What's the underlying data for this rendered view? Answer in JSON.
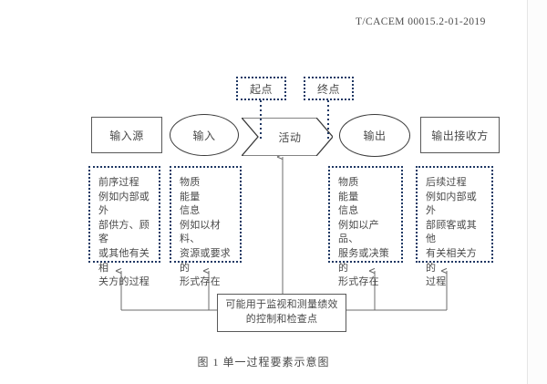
{
  "document": {
    "header_code": "T/CACEM 00015.2-01-2019",
    "figure_caption": "图 1  单一过程要素示意图"
  },
  "colors": {
    "dotted_border": "#1F3864",
    "solid_border": "#595959",
    "text": "#4A4A4A",
    "background": "#FFFFFF"
  },
  "diagram": {
    "nodes": {
      "input_source": {
        "label": "输入源",
        "shape": "rectangle"
      },
      "input": {
        "label": "输入",
        "shape": "ellipse"
      },
      "activity": {
        "label": "活动",
        "shape": "chevron"
      },
      "output": {
        "label": "输出",
        "shape": "ellipse"
      },
      "output_receiver": {
        "label": "输出接收方",
        "shape": "rectangle"
      }
    },
    "markers": {
      "start_point": {
        "label": "起点",
        "shape": "dotted-rectangle"
      },
      "end_point": {
        "label": "终点",
        "shape": "dotted-rectangle"
      }
    },
    "notes": {
      "preceding_process": {
        "lines": [
          "前序过程",
          "例如内部或外",
          "部供方、顾客",
          "或其他有关相",
          "关方的过程"
        ],
        "text": "前序过程 例如内部或外部供方、顾客或其他有关相关方的过程"
      },
      "input_content": {
        "lines": [
          "物质",
          "能量",
          "信息",
          "例如以材料、",
          "资源或要求的",
          "形式存在"
        ],
        "text": "物质 能量 信息 例如以材料、资源或要求的形式存在"
      },
      "output_content": {
        "lines": [
          "物质",
          "能量",
          "信息",
          "例如以产品、",
          "服务或决策的",
          "形式存在"
        ],
        "text": "物质 能量 信息 例如以产品、服务或决策的形式存在"
      },
      "subsequent_process": {
        "lines": [
          "后续过程",
          "例如内部或外",
          "部顾客或其他",
          "有关相关方的",
          "过程"
        ],
        "text": "后续过程 例如内部或外部顾客或其他有关相关方的过程"
      },
      "control_checkpoint": {
        "line1": "可能用于监视和测量绩效",
        "line2": "的控制和检查点",
        "text": "可能用于监视和测量绩效的控制和检查点"
      }
    }
  }
}
